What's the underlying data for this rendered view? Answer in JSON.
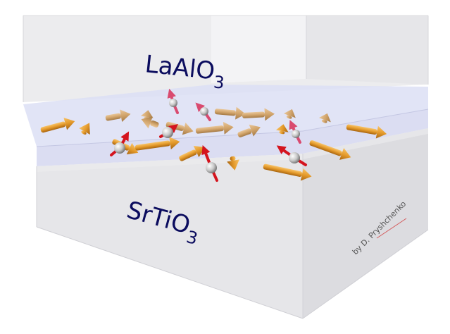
{
  "top_material": {
    "base": "LaAlO",
    "sub": "3"
  },
  "bottom_material": {
    "base": "SrTiO",
    "sub": "3"
  },
  "credit": "by D. Pryshchenko",
  "colors": {
    "text": "#0b0c5e",
    "spin_arrow": "#e8a23a",
    "electron_arrow": "#d4141e",
    "interface_plane": "#dcdff4"
  }
}
